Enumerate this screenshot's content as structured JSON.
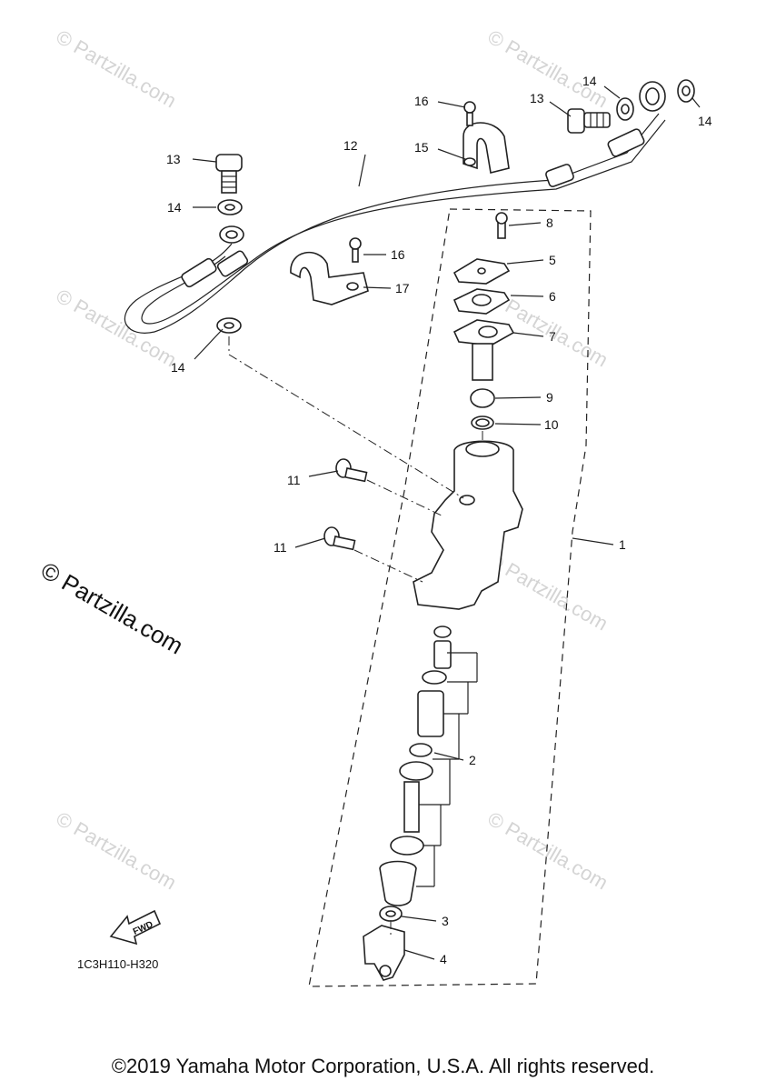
{
  "watermark": "© Partzilla.com",
  "diagram_code": "1C3H110-H320",
  "fwd_label": "FWD",
  "copyright": "©2019 Yamaha Motor Corporation, U.S.A. All rights reserved.",
  "callouts": {
    "c1": "1",
    "c2": "2",
    "c3": "3",
    "c4": "4",
    "c5": "5",
    "c6": "6",
    "c7": "7",
    "c8": "8",
    "c9": "9",
    "c10": "10",
    "c11a": "11",
    "c11b": "11",
    "c12": "12",
    "c13a": "13",
    "c13b": "13",
    "c14a": "14",
    "c14b": "14",
    "c14c": "14",
    "c14d": "14",
    "c15": "15",
    "c16a": "16",
    "c16b": "16",
    "c17": "17"
  }
}
